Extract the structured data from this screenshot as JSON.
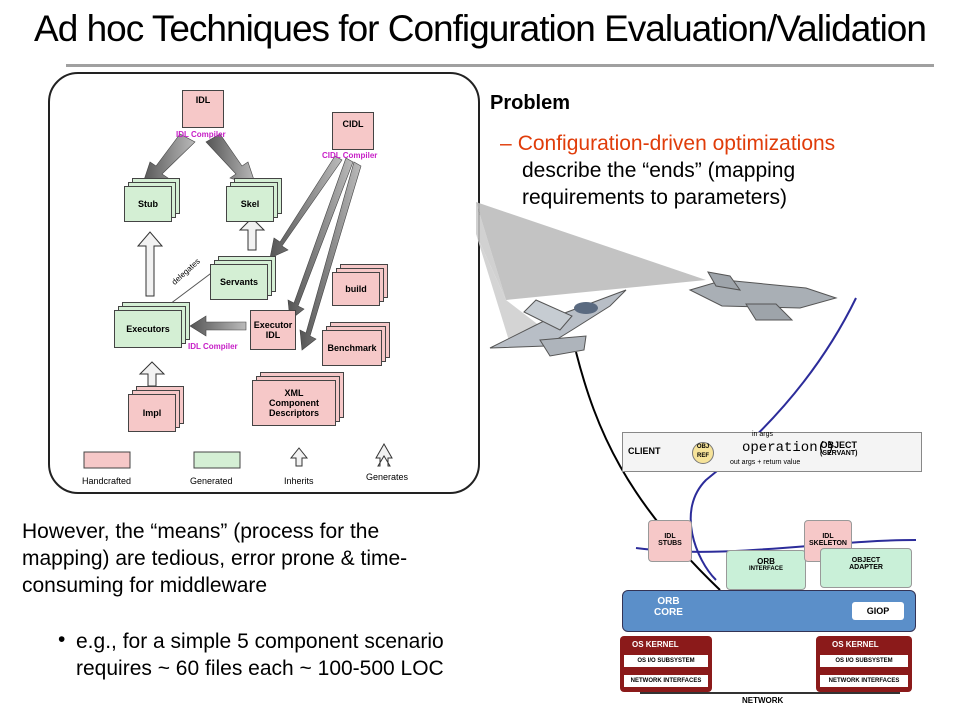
{
  "slide": {
    "title": "Ad hoc Techniques for Configuration Evaluation/Validation"
  },
  "diagram": {
    "docs": {
      "idl": "IDL",
      "cidl": "CIDL",
      "stub": "Stub",
      "skel": "Skel",
      "servants": "Servants",
      "build": "build",
      "executors": "Executors",
      "executor_idl_1": "Executor",
      "executor_idl_2": "IDL",
      "benchmark": "Benchmark",
      "impl": "Impl",
      "xml_1": "XML",
      "xml_2": "Component",
      "xml_3": "Descriptors"
    },
    "labels": {
      "idl_compiler_top": "IDL Compiler",
      "cidl_compiler": "CIDL Compiler",
      "idl_compiler_bottom": "IDL Compiler",
      "delegates": "delegates"
    },
    "legend": {
      "handcrafted": "Handcrafted",
      "generated": "Generated",
      "inherits": "Inherits",
      "generates": "Generates"
    }
  },
  "problem": {
    "label": "Problem",
    "dash": "–",
    "line1": "Configuration-driven optimizations",
    "line2": "describe the “ends” (mapping",
    "line3": "requirements to parameters)"
  },
  "however": {
    "line1": "However, the “means” (process for the",
    "line2": "mapping) are tedious, error prone & time-",
    "line3": "consuming for middleware"
  },
  "bullet": {
    "marker": "•",
    "line1": "e.g., for a simple 5 component scenario",
    "line2": "requires ~ 60 files each ~ 100-500 LOC"
  },
  "orb": {
    "client": "CLIENT",
    "object": "OBJECT",
    "servant": "(SERVANT)",
    "obj_ref_1": "OBJ",
    "obj_ref_2": "REF",
    "in_args": "in args",
    "operation": "operation()",
    "out_args": "out args + return value",
    "idl_stubs_1": "IDL",
    "idl_stubs_2": "STUBS",
    "idl_skeleton_1": "IDL",
    "idl_skeleton_2": "SKELETON",
    "orb_interface_1": "ORB",
    "orb_interface_2": "INTERFACE",
    "object_adapter_1": "OBJECT",
    "object_adapter_2": "ADAPTER",
    "orb_core_1": "ORB",
    "orb_core_2": "CORE",
    "giop": "GIOP",
    "os_kernel": "OS KERNEL",
    "os_io": "OS I/O SUBSYSTEM",
    "net_if": "NETWORK INTERFACES",
    "network": "NETWORK"
  },
  "colors": {
    "pink_doc": "#f6c8c8",
    "green_doc": "#d4efd4",
    "magenta_label": "#c71fc7",
    "problem_orange": "#e03c0a",
    "orb_blue": "#5b8fc9",
    "kernel_red": "#8b1a1a",
    "orb_green": "#c9f0d8",
    "nav_line": "#2c2c9a"
  }
}
